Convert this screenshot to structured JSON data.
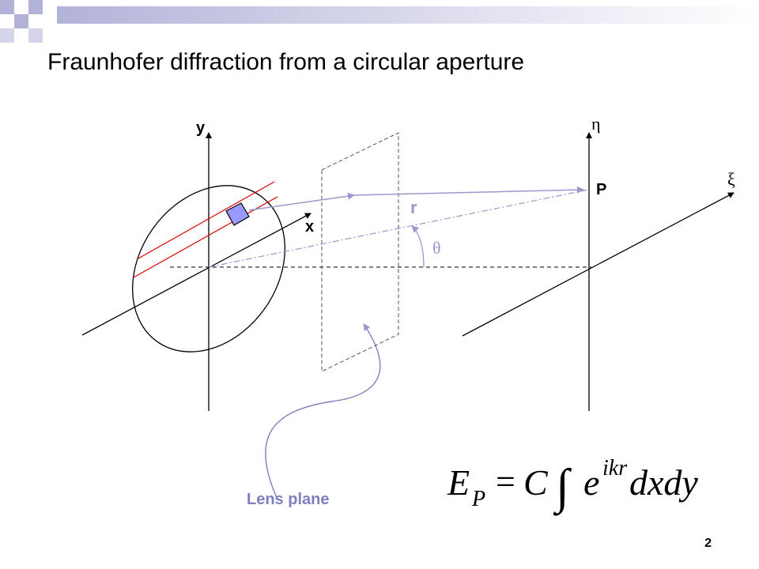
{
  "slide": {
    "title": "Fraunhofer diffraction from a circular aperture",
    "page_number": "2"
  },
  "labels": {
    "y_axis": "y",
    "x_axis": "x",
    "eta_axis": "η",
    "xi_axis": "ξ",
    "point_p": "P",
    "ray_r": "r",
    "angle_theta": "θ",
    "lens_plane": "Lens plane"
  },
  "equation": {
    "lhs_main": "E",
    "lhs_sub": "P",
    "equals": "=",
    "constant": "C",
    "integral": "∫",
    "base": "e",
    "exponent": "ikr",
    "differential": "dxdy"
  },
  "colors": {
    "accent_ray": "#9999cc",
    "element_fill": "#9999ff",
    "strip_lines": "#dd0000",
    "lens_label": "#7f7fbf",
    "corner_squares": "#b3b3d9"
  }
}
